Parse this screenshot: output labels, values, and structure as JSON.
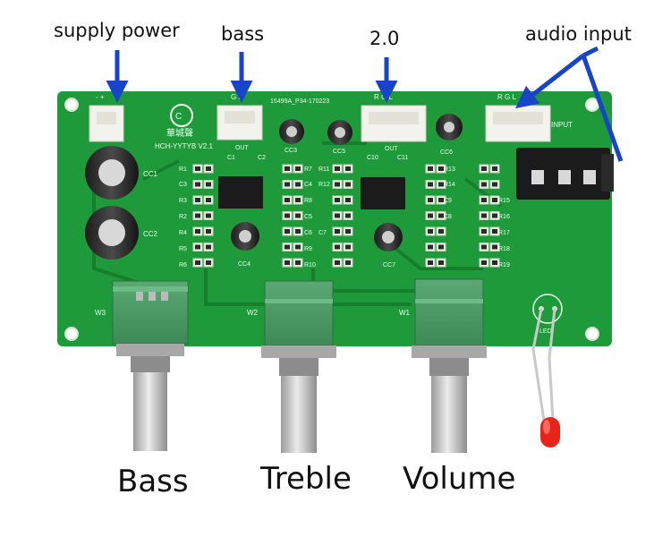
{
  "callouts": {
    "supply_power": "supply power",
    "bass": "bass",
    "two_point_zero": "2.0",
    "audio_input": "audio input"
  },
  "knob_labels": {
    "bass": "Bass",
    "treble": "Treble",
    "volume": "Volume"
  },
  "board": {
    "brand_chinese": "華城聲",
    "model": "HCH-YYTYB V2.1",
    "part_code": "15499A_P34-170223",
    "connectors": {
      "power_marks": "-   +",
      "bass_marks": "G  B",
      "out_marks": "R  G  L",
      "input_marks": "R  G  L",
      "out_label": "OUT",
      "input_label": "INPUT"
    },
    "pots": {
      "w1": "W1",
      "w2": "W2",
      "w3": "W3"
    },
    "caps": [
      "CC1",
      "CC2",
      "CC3",
      "CC4",
      "CC5",
      "CC6",
      "CC7"
    ],
    "small_caps": [
      "C1",
      "C2",
      "C3",
      "C4",
      "C5",
      "C6",
      "C7",
      "C8",
      "C9",
      "C10",
      "C11"
    ],
    "resistors": [
      "R1",
      "R2",
      "R3",
      "R4",
      "R5",
      "R6",
      "R7",
      "R8",
      "R9",
      "R10",
      "R11",
      "R12",
      "R13",
      "R14",
      "R15",
      "R16",
      "R17",
      "R18",
      "R19"
    ],
    "led_label": "LED"
  },
  "colors": {
    "pcb": "#1f9a3a",
    "pcb_dark": "#15802e",
    "arrow": "#1844c8",
    "connector": "#f3f3ee",
    "pot": "#4c9a64",
    "shaft": "#c8c8c8",
    "led": "#e8241a"
  }
}
